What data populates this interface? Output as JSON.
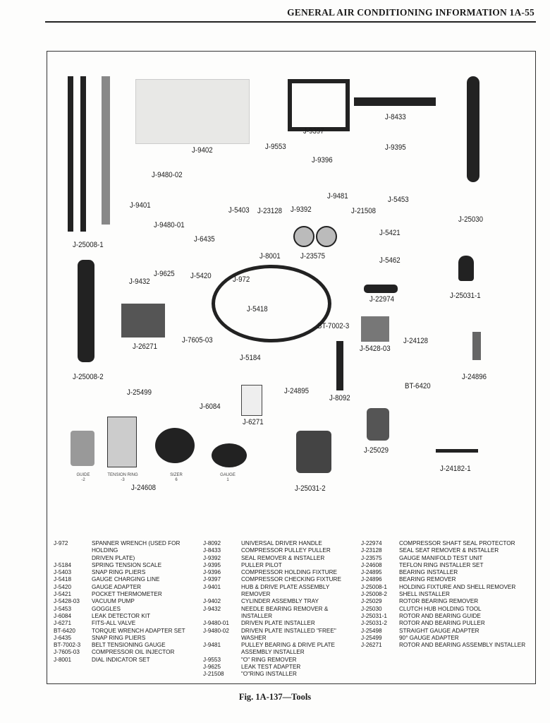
{
  "header": {
    "title": "GENERAL AIR CONDITIONING INFORMATION 1A-55"
  },
  "figure": {
    "labels": [
      "J-9402",
      "J-9553",
      "J-9397",
      "J-8433",
      "J-9395",
      "J-9396",
      "J-9480-02",
      "J-9401",
      "J-5403",
      "J-23128",
      "J-9392",
      "J-9481",
      "J-5453",
      "J-21508",
      "J-25030",
      "J-9480-01",
      "J-25008-1",
      "J-6435",
      "J-5421",
      "J-8001",
      "J-23575",
      "J-5462",
      "J-9625",
      "J-9432",
      "J-5420",
      "J-972",
      "J-22974",
      "J-25031-1",
      "J-5418",
      "BT-7002-3",
      "J-26271",
      "J-7605-03",
      "J-24128",
      "J-5428-03",
      "J-5184",
      "J-24896",
      "J-25008-2",
      "BT-6420",
      "J-25499",
      "J-24895",
      "J-8092",
      "J-6084",
      "J-6271",
      "J-25029",
      "J-24182-1",
      "J-24608",
      "J-25031-2"
    ],
    "small_captions": [
      "GUIDE\n-2",
      "TENSION RING\n-3",
      "SIZER\n6",
      "GAUGE\n1"
    ],
    "caption": "Fig. 1A-137—Tools"
  },
  "legend": {
    "columns": [
      [
        {
          "code": "J-972",
          "desc": "SPANNER WRENCH (USED FOR HOLDING\nDRIVEN PLATE)"
        },
        {
          "code": "J-5184",
          "desc": "SPRING TENSION SCALE"
        },
        {
          "code": "J-5403",
          "desc": "SNAP RING PLIERS"
        },
        {
          "code": "J-5418",
          "desc": "GAUGE CHARGING LINE"
        },
        {
          "code": "J-5420",
          "desc": "GAUGE ADAPTER"
        },
        {
          "code": "J-5421",
          "desc": "POCKET THERMOMETER"
        },
        {
          "code": "J-5428-03",
          "desc": "VACUUM PUMP"
        },
        {
          "code": "J-5453",
          "desc": "GOGGLES"
        },
        {
          "code": "J-6084",
          "desc": "LEAK DETECTOR KIT"
        },
        {
          "code": "J-6271",
          "desc": "FITS-ALL VALVE"
        },
        {
          "code": "BT-6420",
          "desc": "TORQUE WRENCH ADAPTER SET"
        },
        {
          "code": "J-6435",
          "desc": "SNAP RING PLIERS"
        },
        {
          "code": "BT-7002-3",
          "desc": "BELT TENSIONING GAUGE"
        },
        {
          "code": "J-7605-03",
          "desc": "COMPRESSOR OIL INJECTOR"
        },
        {
          "code": "J-8001",
          "desc": "DIAL INDICATOR SET"
        }
      ],
      [
        {
          "code": "J-8092",
          "desc": "UNIVERSAL DRIVER HANDLE"
        },
        {
          "code": "J-8433",
          "desc": "COMPRESSOR PULLEY PULLER"
        },
        {
          "code": "J-9392",
          "desc": "SEAL REMOVER & INSTALLER"
        },
        {
          "code": "J-9395",
          "desc": "PULLER PILOT"
        },
        {
          "code": "J-9396",
          "desc": "COMPRESSOR HOLDING FIXTURE"
        },
        {
          "code": "J-9397",
          "desc": "COMPRESSOR CHECKING FIXTURE"
        },
        {
          "code": "J-9401",
          "desc": "HUB & DRIVE PLATE ASSEMBLY REMOVER"
        },
        {
          "code": "J-9402",
          "desc": "CYLINDER ASSEMBLY TRAY"
        },
        {
          "code": "J-9432",
          "desc": "NEEDLE BEARING REMOVER & INSTALLER"
        },
        {
          "code": "J-9480-01",
          "desc": "DRIVEN PLATE INSTALLER"
        },
        {
          "code": "J-9480-02",
          "desc": "DRIVEN PLATE INSTALLED \"FREE\" WASHER"
        },
        {
          "code": "J-9481",
          "desc": "PULLEY BEARING & DRIVE PLATE\nASSEMBLY INSTALLER"
        },
        {
          "code": "J-9553",
          "desc": "\"O\" RING REMOVER"
        },
        {
          "code": "J-9625",
          "desc": "LEAK TEST ADAPTER"
        },
        {
          "code": "J-21508",
          "desc": "\"O\"RING INSTALLER"
        }
      ],
      [
        {
          "code": "J-22974",
          "desc": "COMPRESSOR SHAFT SEAL PROTECTOR"
        },
        {
          "code": "J-23128",
          "desc": "SEAL SEAT REMOVER & INSTALLER"
        },
        {
          "code": "J-23575",
          "desc": "GAUGE MANIFOLD TEST UNIT"
        },
        {
          "code": "J-24608",
          "desc": "TEFLON RING INSTALLER SET"
        },
        {
          "code": "J-24895",
          "desc": "BEARING INSTALLER"
        },
        {
          "code": "J-24896",
          "desc": "BEARING REMOVER"
        },
        {
          "code": "J-25008-1",
          "desc": "HOLDING FIXTURE AND SHELL REMOVER"
        },
        {
          "code": "J-25008-2",
          "desc": "SHELL INSTALLER"
        },
        {
          "code": "J-25029",
          "desc": "ROTOR BEARING REMOVER"
        },
        {
          "code": "J-25030",
          "desc": "CLUTCH HUB HOLDING TOOL"
        },
        {
          "code": "J-25031-1",
          "desc": "ROTOR AND BEARING GUIDE"
        },
        {
          "code": "J-25031-2",
          "desc": "ROTOR AND BEARING PULLER"
        },
        {
          "code": "J-25498",
          "desc": "STRAIGHT GAUGE ADAPTER"
        },
        {
          "code": "J-25499",
          "desc": "90° GAUGE ADAPTER"
        },
        {
          "code": "J-26271",
          "desc": "ROTOR AND BEARING ASSEMBLY INSTALLER"
        }
      ]
    ]
  }
}
